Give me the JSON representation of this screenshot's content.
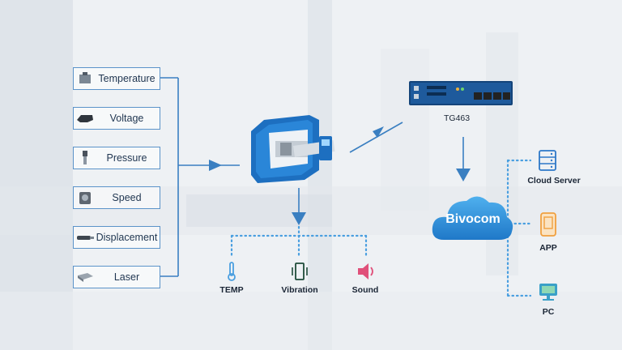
{
  "sensors": [
    {
      "label": "Temperature",
      "icon": "temperature-sensor-icon"
    },
    {
      "label": "Voltage",
      "icon": "voltage-sensor-icon"
    },
    {
      "label": "Pressure",
      "icon": "pressure-sensor-icon"
    },
    {
      "label": "Speed",
      "icon": "speed-sensor-icon"
    },
    {
      "label": "Displacement",
      "icon": "displacement-sensor-icon"
    },
    {
      "label": "Laser",
      "icon": "laser-sensor-icon"
    }
  ],
  "router": {
    "label": "TG463",
    "icon": "router-icon"
  },
  "cloud": {
    "label": "Bivocom",
    "icon": "cloud-icon"
  },
  "monitors": [
    {
      "label": "TEMP",
      "icon": "thermometer-icon"
    },
    {
      "label": "Vibration",
      "icon": "vibration-icon"
    },
    {
      "label": "Sound",
      "icon": "speaker-icon"
    }
  ],
  "endpoints": [
    {
      "label": "Cloud Server",
      "icon": "server-icon"
    },
    {
      "label": "APP",
      "icon": "smartphone-icon"
    },
    {
      "label": "PC",
      "icon": "monitor-icon"
    }
  ],
  "colors": {
    "line": "#3a7fc1",
    "dotted": "#4a9fe0",
    "accent": "#1d5fa8",
    "cloud": "#2d8fd8",
    "orange": "#f0a040",
    "pink": "#e0507a"
  }
}
